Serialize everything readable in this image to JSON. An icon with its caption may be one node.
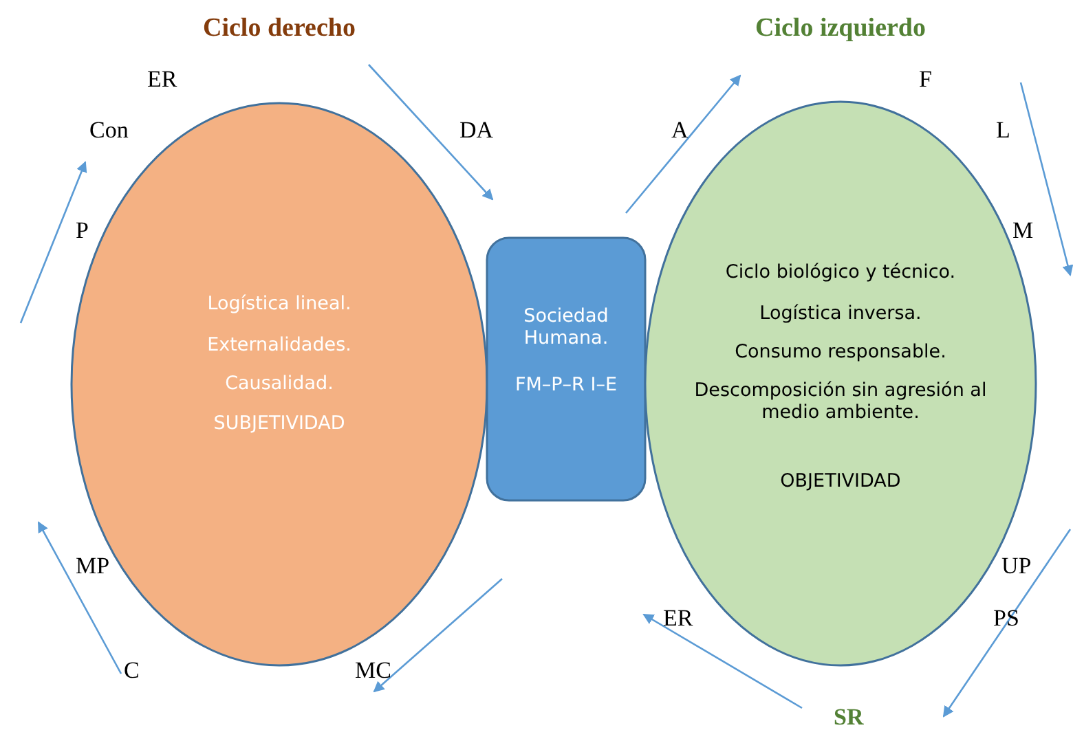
{
  "diagram": {
    "nodes": [
      {
        "text": [
          "Ciclo derecho",
          "Logística lineal.",
          "Externalidades.",
          "Causalidad.",
          "SUBJETIVIDAD"
        ]
      },
      {
        "text": [
          "Sociedad Humana.",
          "FM–P–R I–E"
        ]
      },
      {
        "text": [
          "Ciclo izquierdo",
          "Ciclo biológico y técnico.",
          "Logística inversa.",
          "Consumo responsable.",
          "Descomposición sin agresión al medio ambiente.",
          "OBJETIVIDAD"
        ]
      }
    ],
    "labels": [
      "ER",
      "Con",
      "DA",
      "A",
      "F",
      "L",
      "P",
      "M",
      "MP",
      "UP",
      "ER",
      "PS",
      "C",
      "MC",
      "SR"
    ]
  }
}
